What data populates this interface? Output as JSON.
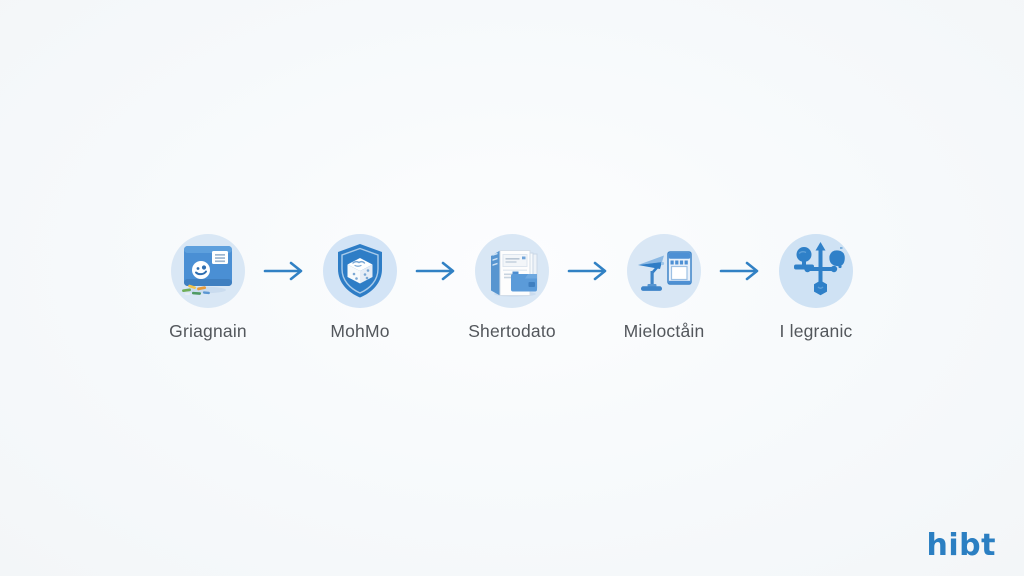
{
  "pipeline": {
    "steps": [
      {
        "label": "Griagnain",
        "icon": "browser-card-confetti-icon"
      },
      {
        "label": "MohMo",
        "icon": "shield-cube-icon"
      },
      {
        "label": "Shertodato",
        "icon": "software-box-icon"
      },
      {
        "label": "Mieloctåin",
        "icon": "lamp-storefront-icon"
      },
      {
        "label": "I legranic",
        "icon": "flowchart-nodes-icon"
      }
    ],
    "arrow": {
      "glyph": "→",
      "color": "#3181c4"
    }
  },
  "branding": {
    "logo_text": "hibt",
    "logo_color": "#2b7fc2"
  },
  "colors": {
    "background": "#f6f9fb",
    "icon_circle_fill": "#d9e7f5",
    "icon_blue": "#2f7dc6",
    "label_text": "#53575c"
  }
}
